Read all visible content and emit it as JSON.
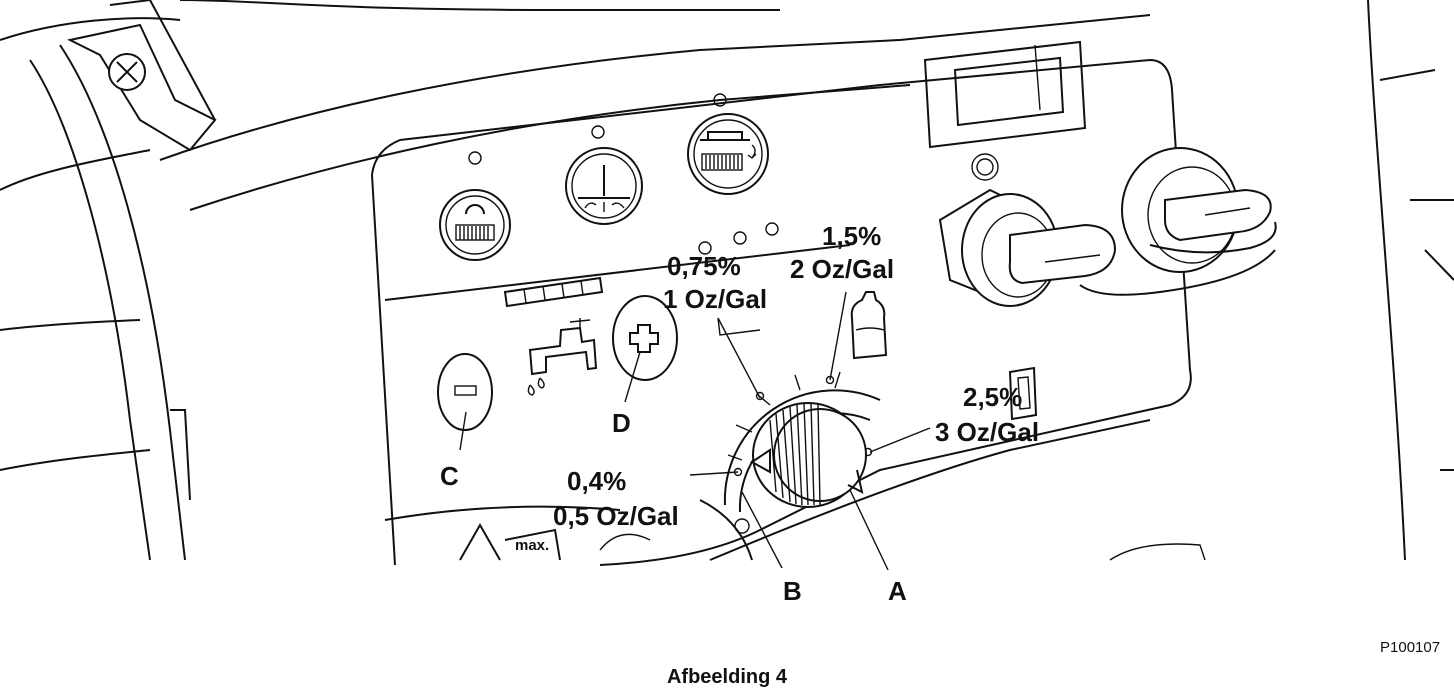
{
  "labels": {
    "pct_075": "0,75%",
    "oz_1": "1 Oz/Gal",
    "pct_15": "1,5%",
    "oz_2": "2 Oz/Gal",
    "pct_25": "2,5%",
    "oz_3": "3 Oz/Gal",
    "pct_04": "0,4%",
    "oz_05": "0,5 Oz/Gal",
    "A": "A",
    "B": "B",
    "C": "C",
    "D": "D"
  },
  "panel_text": {
    "max": "max."
  },
  "code": "P100107",
  "caption": "Afbeelding 4",
  "icons": [
    "brush-icon",
    "squeegee-icon",
    "brush-deck-icon",
    "faucet-icon",
    "detergent-bottle-icon",
    "info-icon",
    "minus-button-icon",
    "plus-button-icon",
    "key-icon",
    "screw-icon"
  ]
}
